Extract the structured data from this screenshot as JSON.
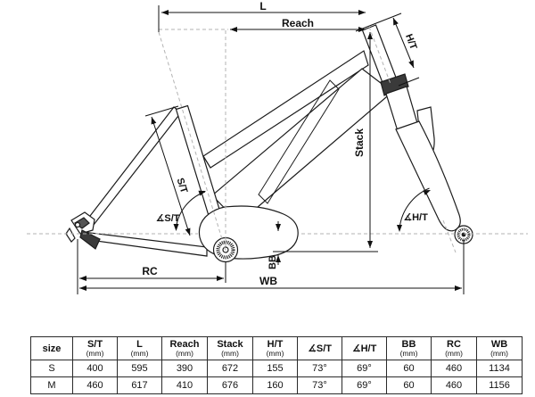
{
  "diagram": {
    "dim_labels": {
      "top_length": "L",
      "reach": "Reach",
      "stack": "Stack",
      "head_tube": "H/T",
      "seat_tube": "S/T",
      "seat_angle": "∡S/T",
      "head_angle": "∡H/T",
      "bb_drop": "BB",
      "chainstay": "RC",
      "wheelbase": "WB"
    },
    "colors": {
      "line": "#1c1c1c",
      "guide": "#b3b3b3",
      "dark_fill": "#3a3a3a"
    }
  },
  "table": {
    "headers": [
      {
        "label": "size",
        "unit": ""
      },
      {
        "label": "S/T",
        "unit": "(mm)"
      },
      {
        "label": "L",
        "unit": "(mm)"
      },
      {
        "label": "Reach",
        "unit": "(mm)"
      },
      {
        "label": "Stack",
        "unit": "(mm)"
      },
      {
        "label": "H/T",
        "unit": "(mm)"
      },
      {
        "label": "∡S/T",
        "unit": ""
      },
      {
        "label": "∡H/T",
        "unit": ""
      },
      {
        "label": "BB",
        "unit": "(mm)"
      },
      {
        "label": "RC",
        "unit": "(mm)"
      },
      {
        "label": "WB",
        "unit": "(mm)"
      }
    ],
    "rows": [
      [
        "S",
        "400",
        "595",
        "390",
        "672",
        "155",
        "73°",
        "69°",
        "60",
        "460",
        "1134"
      ],
      [
        "M",
        "460",
        "617",
        "410",
        "676",
        "160",
        "73°",
        "69°",
        "60",
        "460",
        "1156"
      ]
    ]
  }
}
